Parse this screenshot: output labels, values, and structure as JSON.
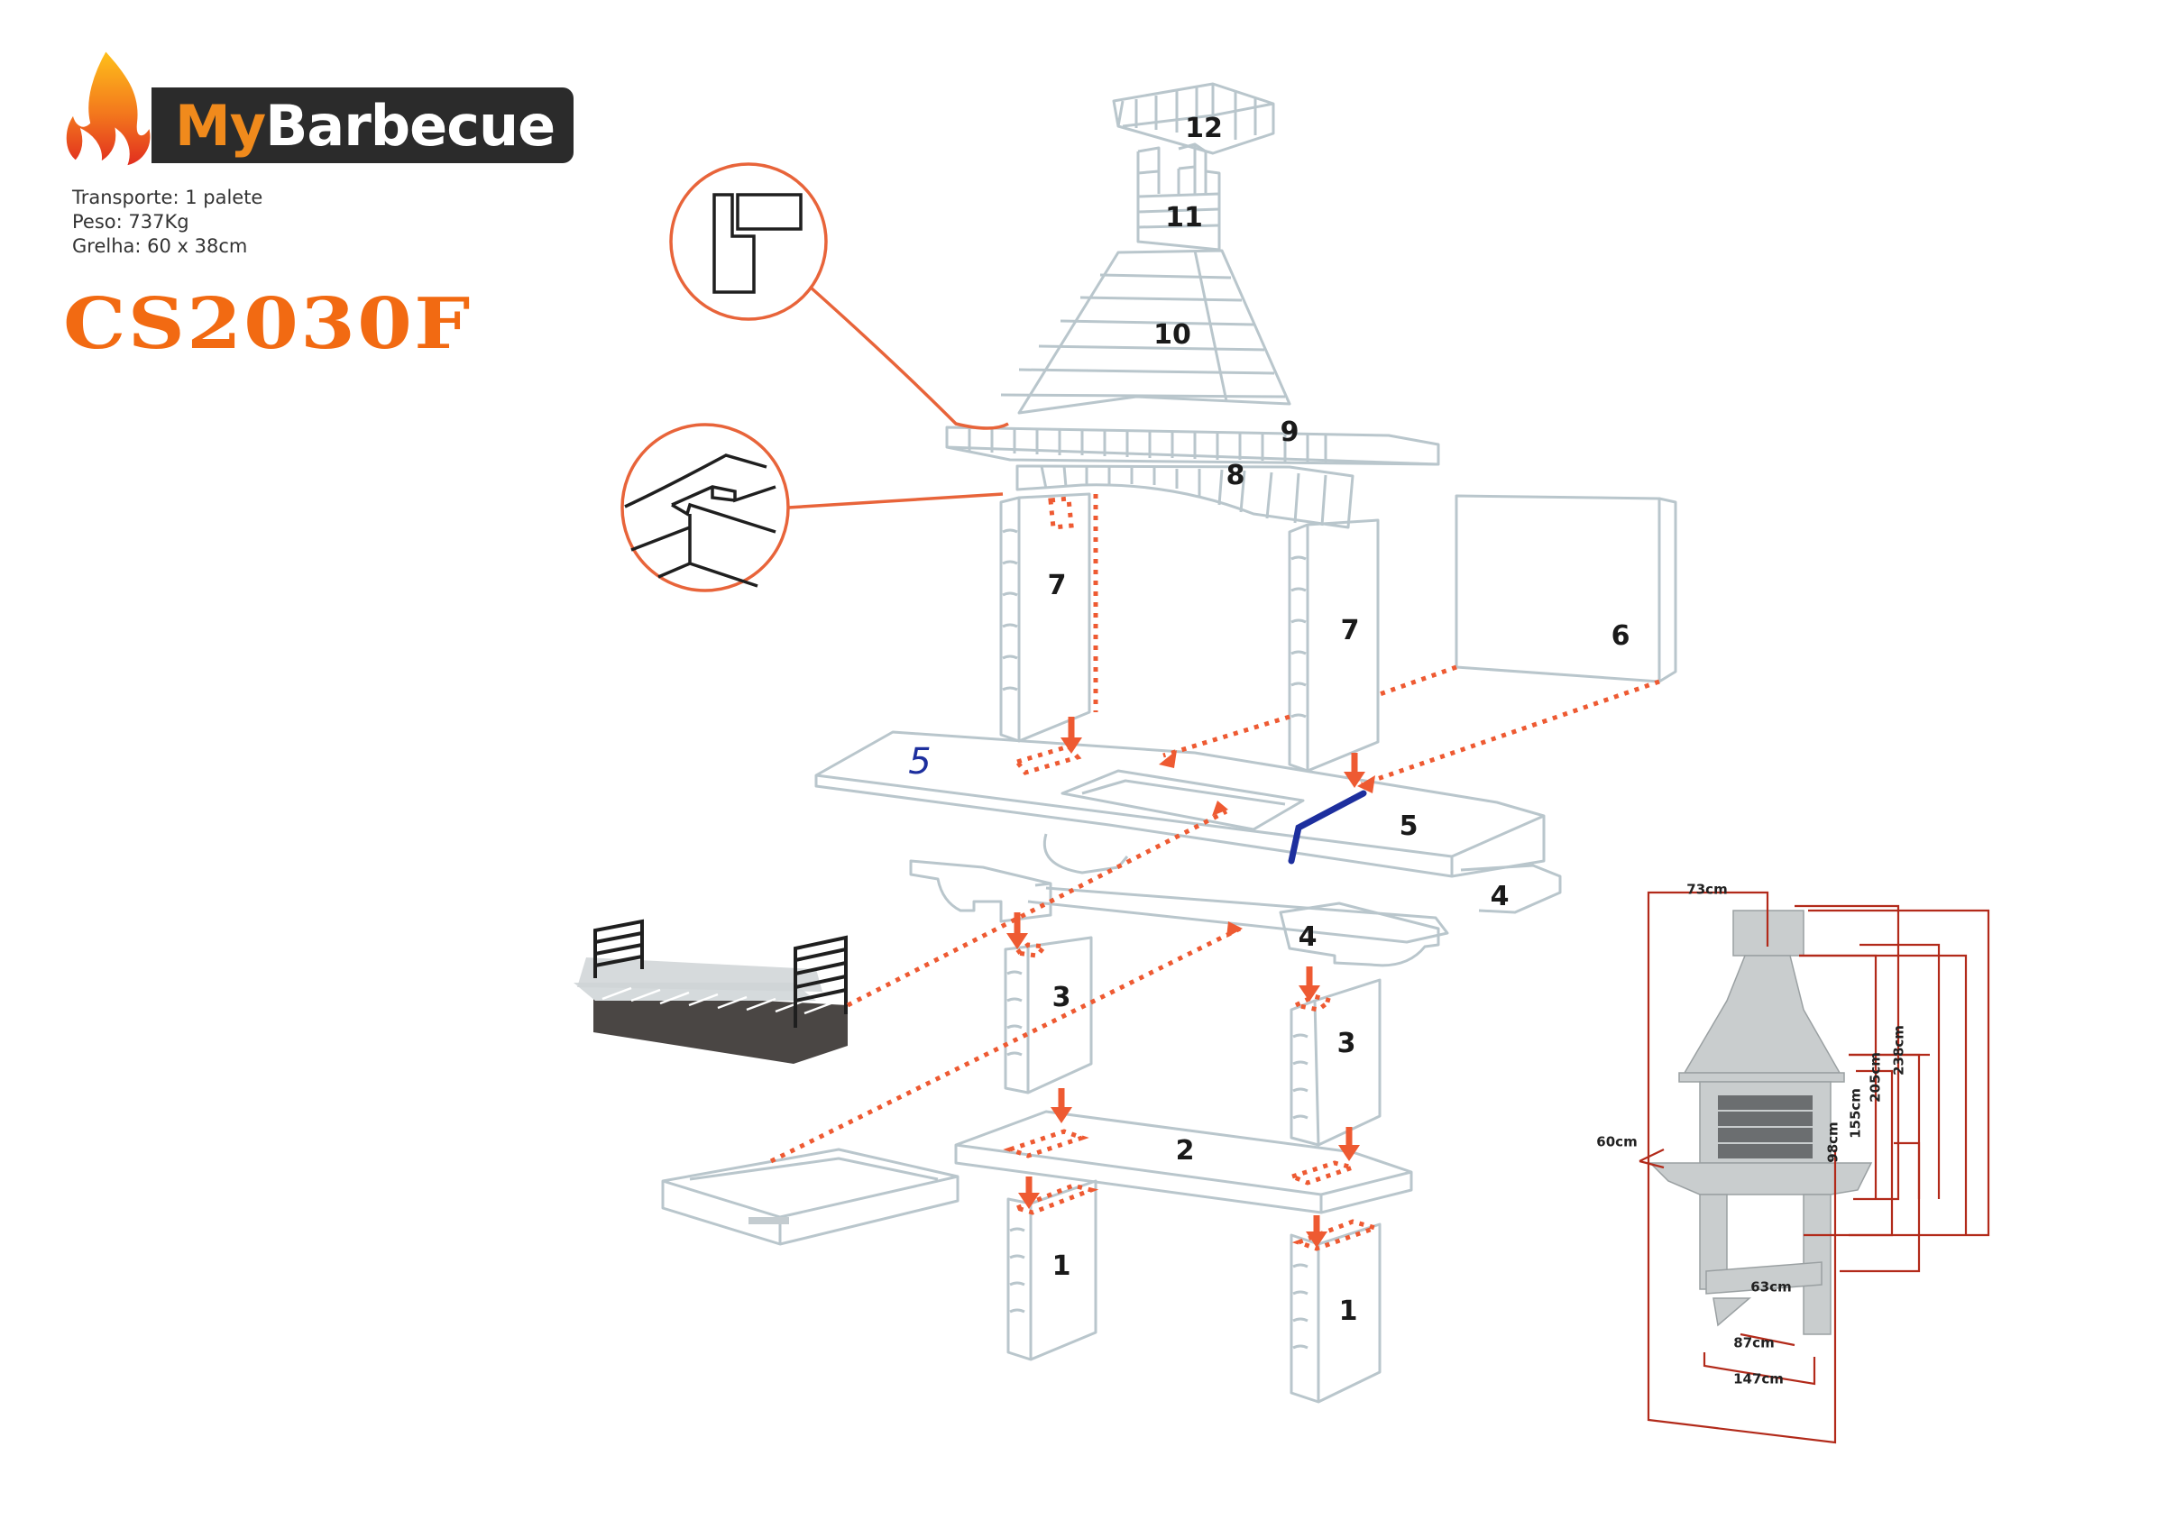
{
  "brand": {
    "name_part1": "My",
    "name_part2": "Barbecue",
    "icon": "flame-icon",
    "colors": {
      "accent_orange": "#f08a1c",
      "bar_dark": "#2b2b2b",
      "model_orange": "#f26a12",
      "flame_yellow": "#ffc31a",
      "flame_red": "#e02a1f"
    }
  },
  "specs": [
    {
      "label": "Transporte",
      "value": "1 palete",
      "text": "Transporte: 1 palete"
    },
    {
      "label": "Peso",
      "value": "737Kg",
      "text": "Peso: 737Kg"
    },
    {
      "label": "Grelha",
      "value": "60 x 38cm",
      "text": "Grelha: 60 x 38cm"
    }
  ],
  "model": "CS2030F",
  "diagram": {
    "title": "Exploded assembly diagram",
    "colors": {
      "part_outline": "#b9c6cc",
      "assembly_arrow": "#ee5a32",
      "callout": "#e8643a",
      "handwritten": "#1d2f9e",
      "grill_dark": "#4a4644",
      "detail_lines": "#1f1f1f"
    },
    "parts": [
      {
        "number": "1",
        "name": "Base leg (left)"
      },
      {
        "number": "1",
        "name": "Base leg (right)"
      },
      {
        "number": "2",
        "name": "Lower shelf"
      },
      {
        "number": "3",
        "name": "Mid leg (left)"
      },
      {
        "number": "3",
        "name": "Mid leg (right)"
      },
      {
        "number": "4",
        "name": "Counter support (left)"
      },
      {
        "number": "4",
        "name": "Counter support (right)"
      },
      {
        "number": "5",
        "name": "Worktop with fire opening"
      },
      {
        "number": "6",
        "name": "Back panel"
      },
      {
        "number": "7",
        "name": "Fireplace side wall (left)"
      },
      {
        "number": "7",
        "name": "Fireplace side wall (right)"
      },
      {
        "number": "8",
        "name": "Arch lintel"
      },
      {
        "number": "9",
        "name": "Hood ledge"
      },
      {
        "number": "10",
        "name": "Hood / chimney cone"
      },
      {
        "number": "11",
        "name": "Chimney stack"
      },
      {
        "number": "12",
        "name": "Chimney cap"
      }
    ],
    "handwritten_label": "5",
    "accessories": [
      "grill-with-charcoal-tray",
      "ash-drawer"
    ],
    "callouts": [
      "joint-detail-top-view",
      "joint-detail-perspective"
    ]
  },
  "dimensions": {
    "title": "Overall dimensions",
    "values": [
      {
        "id": "chimney_width",
        "text": "73cm"
      },
      {
        "id": "counter_depth",
        "text": "60cm"
      },
      {
        "id": "inner_width",
        "text": "63cm"
      },
      {
        "id": "base_width",
        "text": "87cm"
      },
      {
        "id": "total_width",
        "text": "147cm"
      },
      {
        "id": "counter_height",
        "text": "98cm"
      },
      {
        "id": "hood_base_height",
        "text": "155cm"
      },
      {
        "id": "chimney_height",
        "text": "205cm"
      },
      {
        "id": "total_height",
        "text": "238cm"
      }
    ]
  }
}
